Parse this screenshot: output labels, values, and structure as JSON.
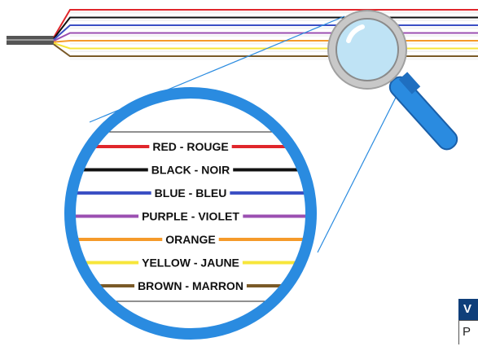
{
  "wires": [
    {
      "label": "RED - ROUGE",
      "color": "#e0262b"
    },
    {
      "label": "BLACK - NOIR",
      "color": "#111111"
    },
    {
      "label": "BLUE - BLEU",
      "color": "#3b4fc4"
    },
    {
      "label": "PURPLE - VIOLET",
      "color": "#9b4fb1"
    },
    {
      "label": "ORANGE",
      "color": "#f59a2a"
    },
    {
      "label": "YELLOW - JAUNE",
      "color": "#f7e63a"
    },
    {
      "label": "BROWN - MARRON",
      "color": "#7a5a28"
    }
  ],
  "colors": {
    "ring": "#2a8be0",
    "magnifier_handle": "#2a8be0",
    "lens": "#bfe3f5",
    "cable_jacket": "#6b6b6b",
    "corner_header": "#0f3f7a"
  },
  "corner": {
    "heading": "V",
    "text": "P"
  },
  "icons": {
    "magnifier": "magnifying-glass-icon",
    "cable": "multi-wire-cable-icon"
  }
}
